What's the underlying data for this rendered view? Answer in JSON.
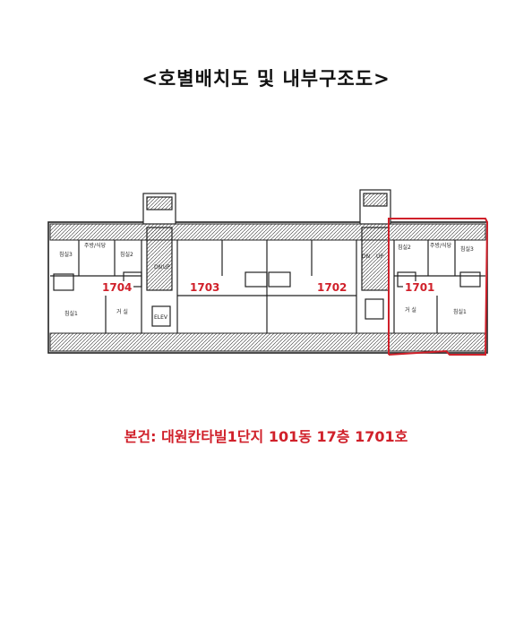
{
  "title": "<호별배치도 및 내부구조도>",
  "units": [
    "1704",
    "1703",
    "1702",
    "1701"
  ],
  "highlight_color": "#d0202a",
  "caption": "본건: 대원칸타빌1단지 101동 17층 1701호",
  "room_labels": {
    "bedroom1": "침실1",
    "bedroom2": "침실2",
    "bedroom3": "침실3",
    "living": "거 실",
    "kitchen": "주방/식당",
    "elevator": "ELEV",
    "up": "UP",
    "dn": "DN"
  }
}
